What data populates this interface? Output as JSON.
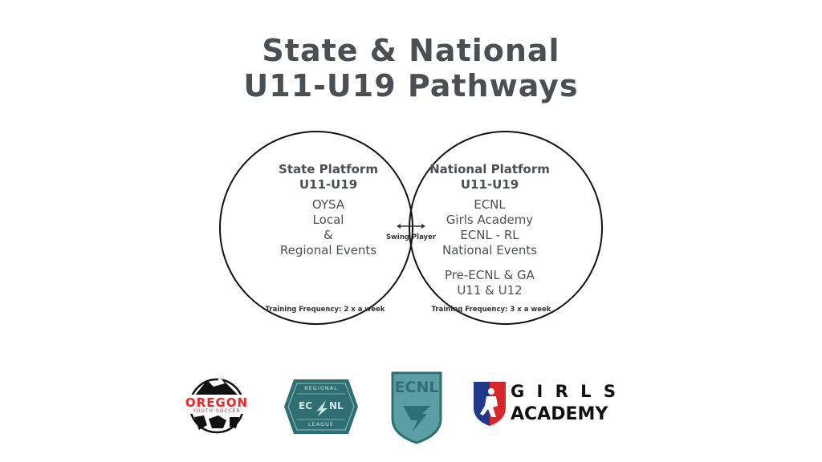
{
  "title": {
    "line1": "State & National",
    "line2": "U11-U19 Pathways"
  },
  "state": {
    "heading": "State Platform",
    "sub": "U11-U19",
    "items": [
      "OYSA",
      "Local",
      "&",
      "Regional Events"
    ],
    "training": "Training Frequency: 2 x a week"
  },
  "overlap": {
    "label": "Swing Player"
  },
  "national": {
    "heading": "National Platform",
    "sub": "U11-U19",
    "items": [
      "ECNL",
      "Girls Academy",
      "ECNL - RL",
      "National Events"
    ],
    "items2": [
      "Pre-ECNL & GA",
      "U11 & U12"
    ],
    "training": "Training Frequency: 3 x a week"
  },
  "logos": {
    "oregon": {
      "main": "OREGON",
      "sub": "YOUTH SOCCER"
    },
    "regional": {
      "top": "REGIONAL",
      "left": "EC",
      "right": "NL",
      "bottom": "LEAGUE"
    },
    "ecnl": {
      "text": "ECNL"
    },
    "girls": {
      "line1": "G I R L S",
      "line2": "ACADEMY"
    }
  },
  "colors": {
    "title": "#4b4f54",
    "oregon_red": "#e8262a",
    "teal": "#2f6f73",
    "teal_light": "#5b9ea3",
    "ga_blue": "#1f3a8a",
    "ga_red": "#d7262e"
  }
}
